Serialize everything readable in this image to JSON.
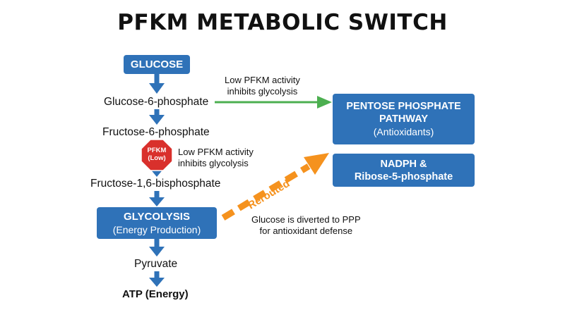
{
  "title": "PFKM METABOLIC SWITCH",
  "glycolysis_path": {
    "glucose": "GLUCOSE",
    "g6p": "Glucose-6-phosphate",
    "f6p": "Fructose-6-phosphate",
    "f16bp": "Fructose-1,6-bisphosphate",
    "glycolysis_title": "GLYCOLYSIS",
    "glycolysis_sub": "(Energy Production)",
    "pyruvate": "Pyruvate",
    "atp": "ATP (Energy)"
  },
  "pfkm_sign": {
    "line1": "PFKM",
    "line2": "(Low)"
  },
  "notes": {
    "arrow_note_line1": "Low PFKM activity",
    "arrow_note_line2": "inhibits glycolysis",
    "sign_note_line1": "Low PFKM activity",
    "sign_note_line2": "inhibits glycolysis",
    "diverted_line1": "Glucose is diverted to PPP",
    "diverted_line2": "for antioxidant defense",
    "rerouted": "Rerouted"
  },
  "ppp_box": {
    "line1": "PENTOSE PHOSPHATE",
    "line2": "PATHWAY",
    "line3": "(Antioxidants)"
  },
  "nadph_box": {
    "line1": "NADPH &",
    "line2": "Ribose-5-phosphate"
  },
  "colors": {
    "box_blue": "#2f72b8",
    "green_arrow": "#4caf50",
    "orange_arrow": "#f5921e",
    "stop_red": "#d9302c"
  }
}
